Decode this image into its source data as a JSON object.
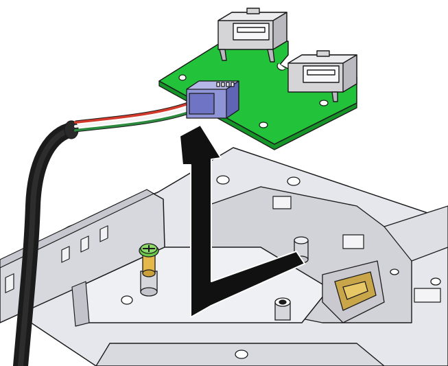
{
  "colors": {
    "background": "#ffffff",
    "chassis_fill": "#dcdde3",
    "chassis_fill_light": "#eceef2",
    "chassis_shadow": "#b8bac2",
    "outline": "#1b1b1b",
    "pcb_green": "#22c23a",
    "pcb_green_dark": "#159427",
    "usb_metal": "#d5d5d8",
    "connector_blue": "#6f74c4",
    "cable_red": "#d43a2c",
    "cable_white": "#f2f2f2",
    "cable_green": "#2b8a3e",
    "cable_black": "#1a1a1a",
    "screw_gold": "#e4b84a",
    "screw_green": "#6cc84a",
    "latch_gold": "#c9a64a",
    "arrow_fill": "#111111"
  },
  "parts": {
    "board": "usb-board",
    "ports": [
      "usb-port-rear",
      "usb-port-front"
    ],
    "connector": "ribbon-connector",
    "cable": "usb-cable",
    "fastener": "captive-screw",
    "standoffs": [
      "standoff-left",
      "standoff-right",
      "standoff-center"
    ],
    "latch": "release-latch"
  },
  "motion": {
    "direction": "lift-up",
    "icon": "removal-arrow"
  }
}
